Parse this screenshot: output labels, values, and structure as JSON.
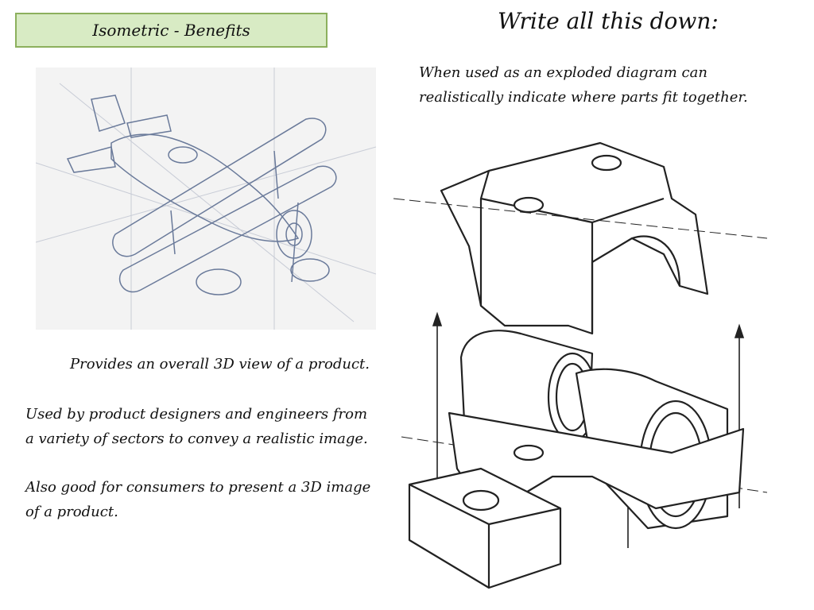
{
  "slide": {
    "title": "Isometric - Benefits",
    "write_heading": "Write all this down:",
    "exploded_note": "When used as an exploded diagram can realistically indicate where parts fit together.",
    "overall_note": "Provides an overall 3D view of a product.",
    "designers_note": "Used by product designers and engineers from a variety of sectors to convey a realistic image.",
    "consumers_note": "Also good for consumers to present a 3D image of a product."
  },
  "images": {
    "airplane": {
      "icon": "isometric-biplane-sketch"
    },
    "bearing": {
      "icon": "exploded-bearing-block-sketch"
    }
  },
  "colors": {
    "title_fill": "#d8ebc4",
    "title_border": "#8cb05d",
    "sketch_line": "#6a7a9a"
  }
}
